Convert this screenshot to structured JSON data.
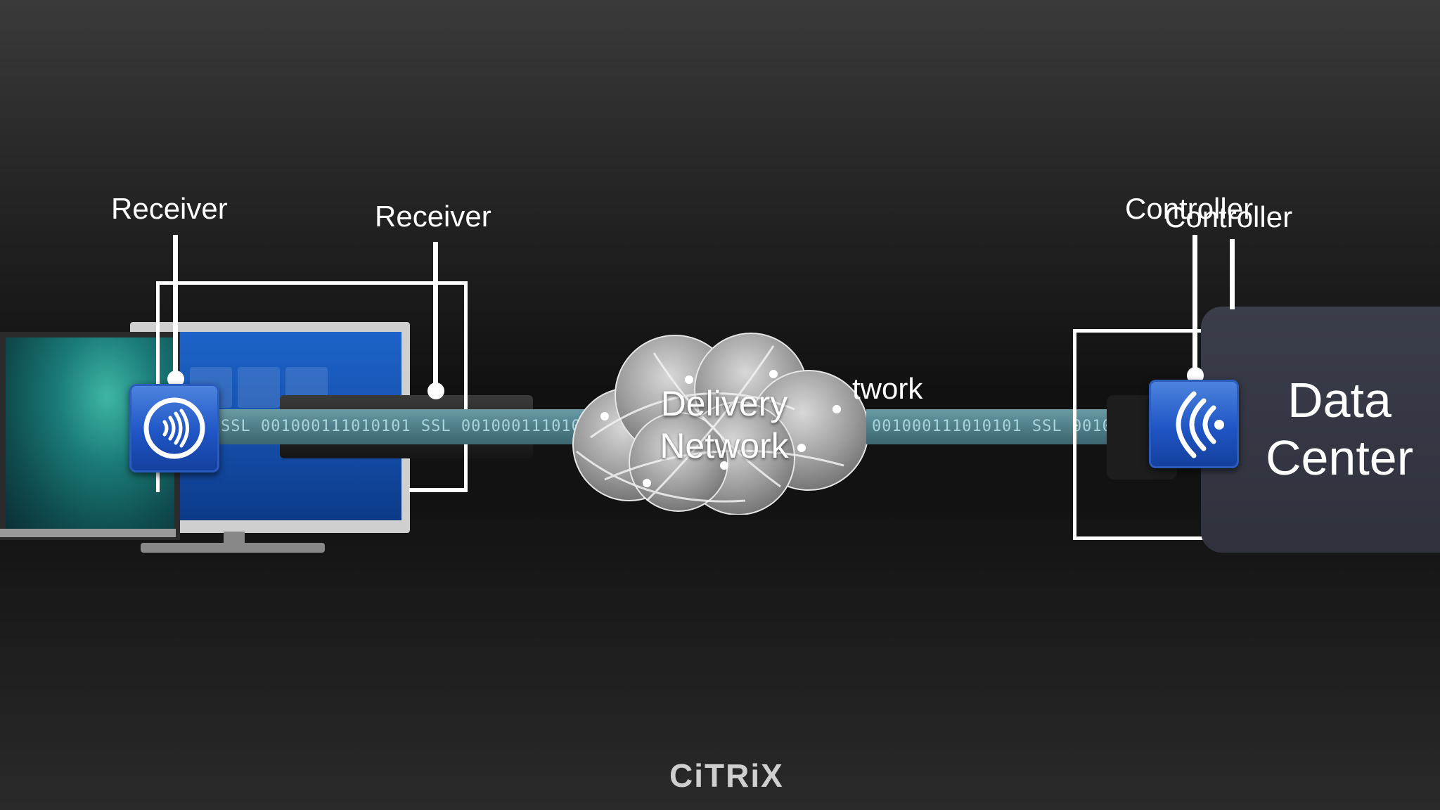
{
  "labels": {
    "receiver_1": "Receiver",
    "receiver_2": "Receiver",
    "controller_1": "Controller",
    "controller_2": "Controller",
    "network_partial": "twork",
    "cloud_line1": "Delivery",
    "cloud_line2": "Network",
    "dc_line1": "Data",
    "dc_line2": "Center"
  },
  "pipes": {
    "left_text": "SSL 001000111010101 SSL 001000111010101",
    "right_text": "001000111010101 SSL 001000111010101"
  },
  "brand": {
    "name": "CiTRiX"
  },
  "icons": {
    "receiver_app": "receiver-app-icon",
    "controller_app": "controller-app-icon"
  },
  "colors": {
    "background": "#111111",
    "pipe": "#5a8c96",
    "icon_blue": "#1f55c4",
    "dc_panel": "#343744"
  }
}
